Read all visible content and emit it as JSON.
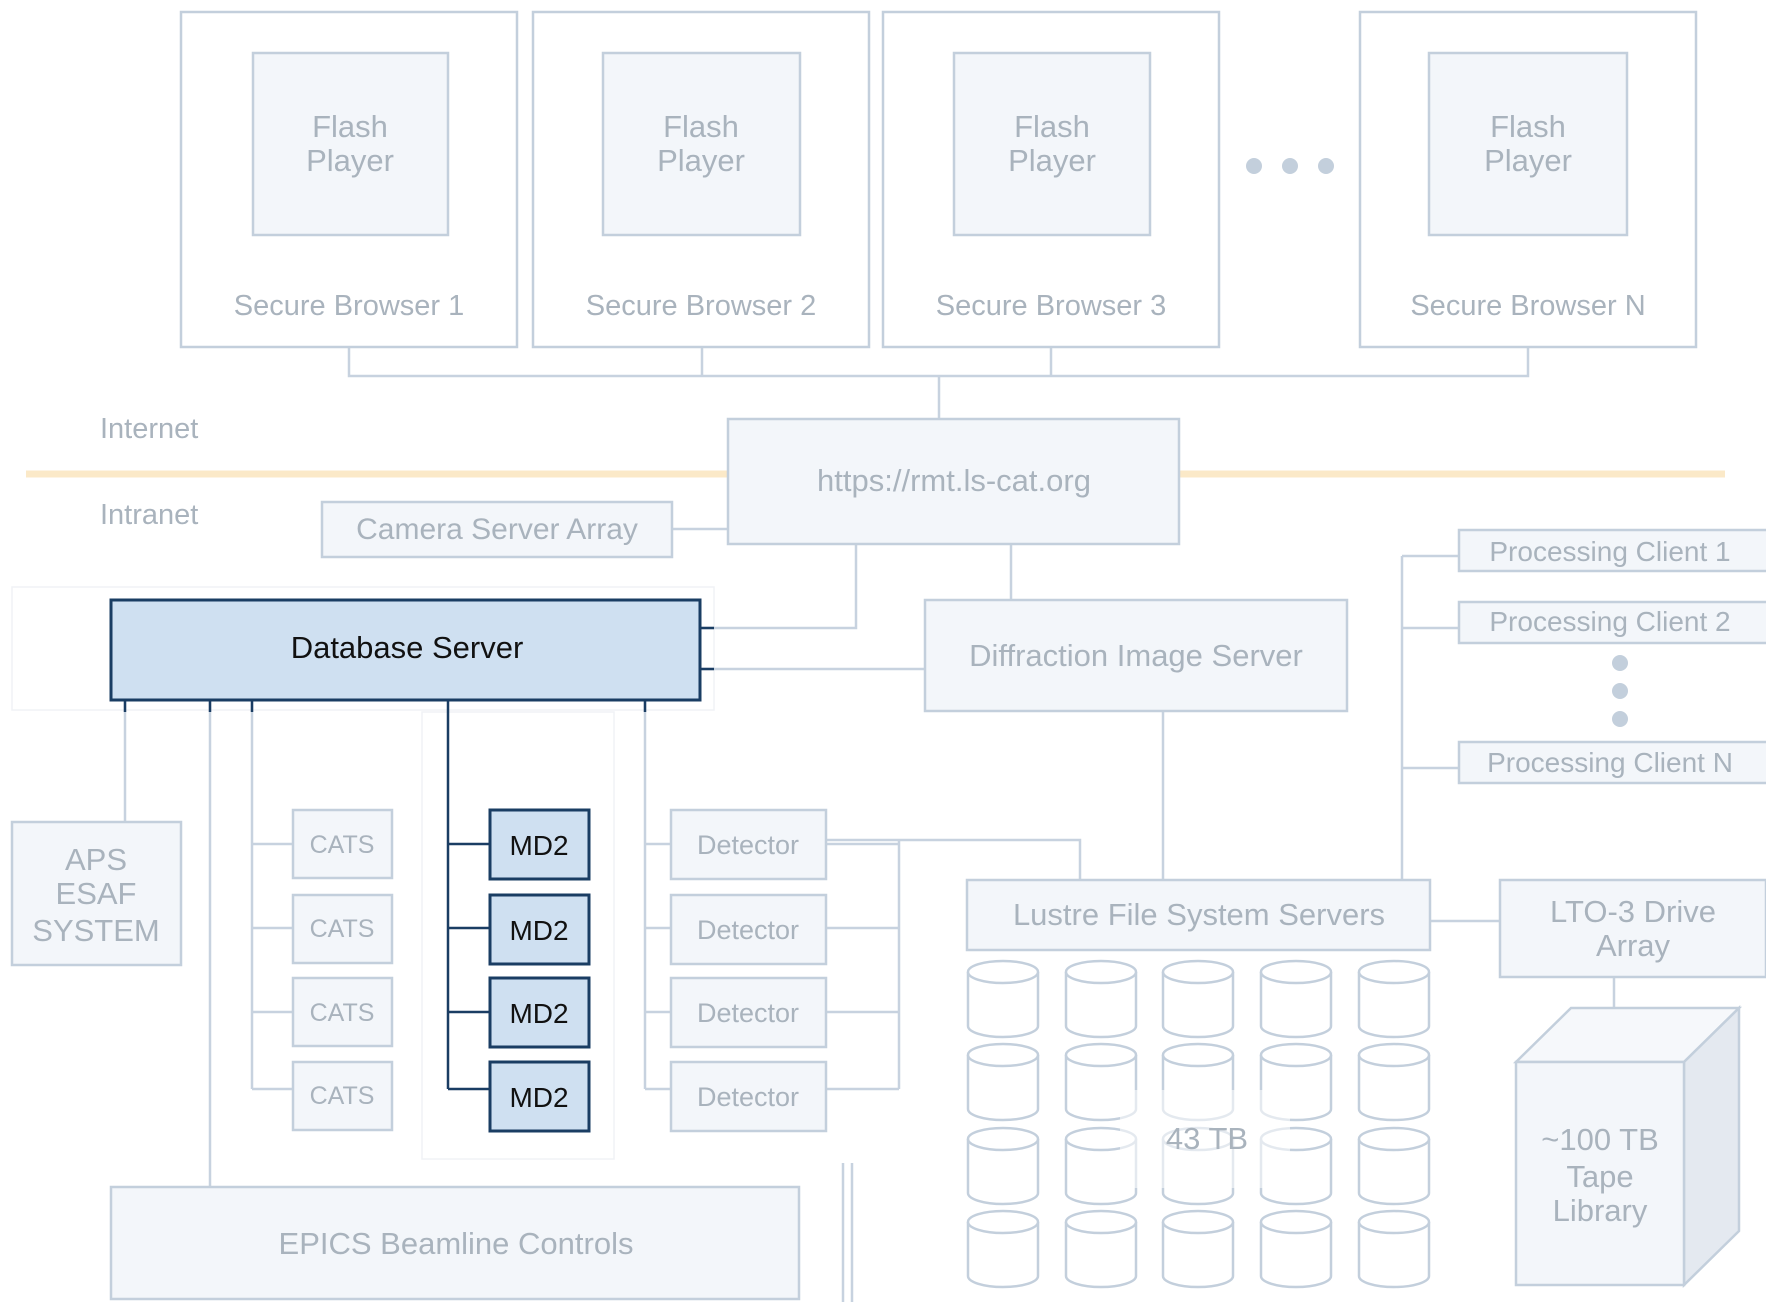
{
  "colors": {
    "faded_line": "#c7d2df",
    "faded_box_fill": "#f3f6fa",
    "faded_box_stroke": "#c3cfdc",
    "faded_text": "#a9b3bd",
    "strong_fill": "#cfe0f1",
    "strong_stroke": "#1a3d63",
    "strong_text": "#111111",
    "internet_boundary": "#fbe9c8"
  },
  "zones": {
    "internet": "Internet",
    "intranet": "Intranet"
  },
  "browsers": [
    {
      "player": [
        "Flash",
        "Player"
      ],
      "label": "Secure Browser 1"
    },
    {
      "player": [
        "Flash",
        "Player"
      ],
      "label": "Secure Browser 2"
    },
    {
      "player": [
        "Flash",
        "Player"
      ],
      "label": "Secure Browser 3"
    },
    {
      "player": [
        "Flash",
        "Player"
      ],
      "label": "Secure Browser N"
    }
  ],
  "web_server": "https://rmt.ls-cat.org",
  "camera_server": "Camera Server Array",
  "database_server": "Database Server",
  "diffraction_server": "Diffraction Image Server",
  "processing_clients": [
    "Processing Client 1",
    "Processing Client 2",
    "Processing Client N"
  ],
  "aps_esaf": [
    "APS",
    "ESAF",
    "SYSTEM"
  ],
  "cats": [
    "CATS",
    "CATS",
    "CATS",
    "CATS"
  ],
  "md2": [
    "MD2",
    "MD2",
    "MD2",
    "MD2"
  ],
  "detectors": [
    "Detector",
    "Detector",
    "Detector",
    "Detector"
  ],
  "lustre": "Lustre File System Servers",
  "lto": [
    "LTO-3 Drive",
    "Array"
  ],
  "disk_capacity": "43 TB",
  "tape_library": [
    "~100 TB",
    "Tape",
    "Library"
  ],
  "epics": "EPICS Beamline Controls"
}
